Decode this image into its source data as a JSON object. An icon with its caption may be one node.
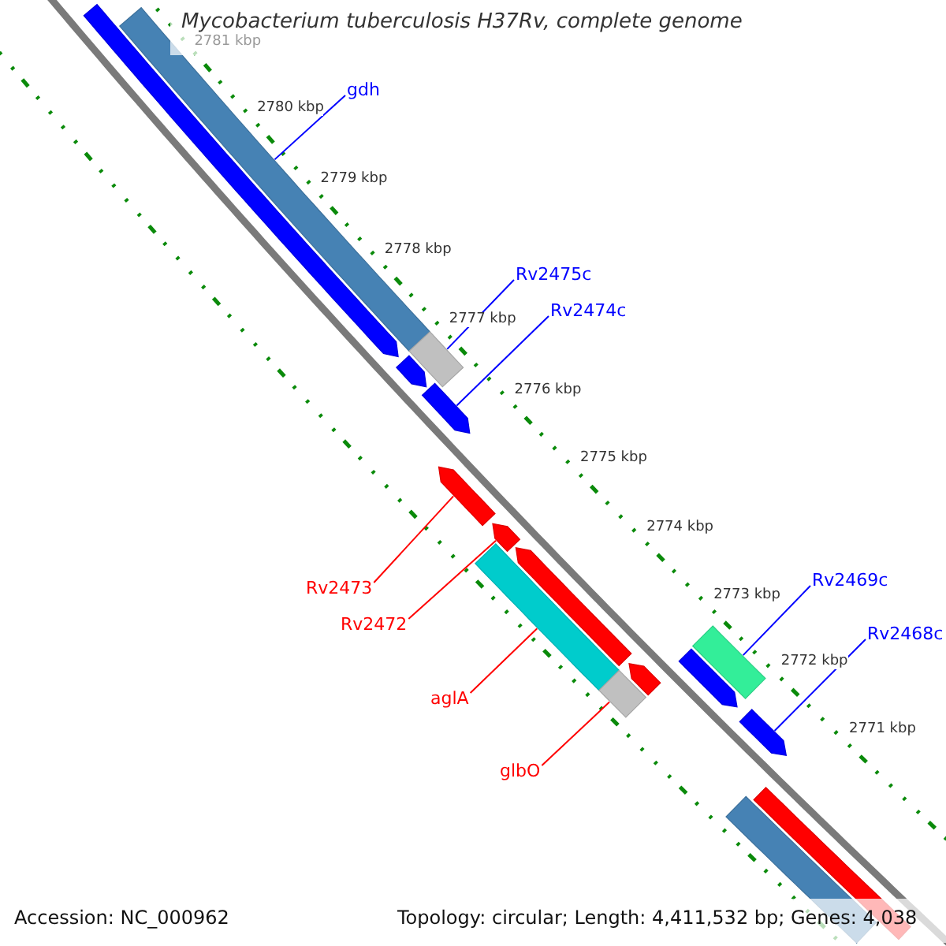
{
  "diagram": {
    "title": "Mycobacterium tuberculosis H37Rv, complete genome",
    "nodes": [
      {
        "text": [
          "gdh"
        ]
      },
      {
        "text": [],
        "shape": "bar"
      },
      {
        "text": [
          "Rv2475c"
        ]
      },
      {
        "text": [],
        "shape": "bar"
      },
      {
        "text": [
          "Rv2474c"
        ]
      },
      {
        "text": [],
        "shape": "bar"
      },
      {
        "text": [
          "Rv2469c"
        ]
      },
      {
        "text": [],
        "shape": "bar"
      },
      {
        "text": [
          "Rv2468c"
        ]
      },
      {
        "text": [],
        "shape": "bar"
      },
      {
        "text": [
          "Rv2473"
        ]
      },
      {
        "text": [],
        "shape": "bar"
      },
      {
        "text": [
          "Rv2472"
        ]
      },
      {
        "text": [],
        "shape": "bar"
      },
      {
        "text": [
          "aglA"
        ]
      },
      {
        "text": [],
        "shape": "bar"
      },
      {
        "text": [
          "glbO"
        ]
      },
      {
        "text": [],
        "shape": "bar"
      }
    ],
    "edges": [
      {
        "from": 0,
        "to": 1,
        "arrow": "none"
      },
      {
        "from": 2,
        "to": 3,
        "arrow": "none"
      },
      {
        "from": 4,
        "to": 5,
        "arrow": "none"
      },
      {
        "from": 6,
        "to": 7,
        "arrow": "none"
      },
      {
        "from": 8,
        "to": 9,
        "arrow": "none"
      },
      {
        "from": 10,
        "to": 11,
        "arrow": "none",
        "color": "#ff0000"
      },
      {
        "from": 12,
        "to": 13,
        "arrow": "none",
        "color": "#ff0000"
      },
      {
        "from": 14,
        "to": 15,
        "arrow": "none",
        "color": "#ff0000"
      },
      {
        "from": 16,
        "to": 17,
        "arrow": "none",
        "color": "#ff0000"
      }
    ],
    "labels": [
      "2781 kbp",
      "2780 kbp",
      "2779 kbp",
      "2778 kbp",
      "2777 kbp",
      "2776 kbp",
      "2775 kbp",
      "2774 kbp",
      "2773 kbp",
      "2772 kbp",
      "2771 kbp",
      "Accession: NC_000962",
      "Topology: circular; Length: 4,411,532 bp; Genes: 4,038"
    ]
  }
}
